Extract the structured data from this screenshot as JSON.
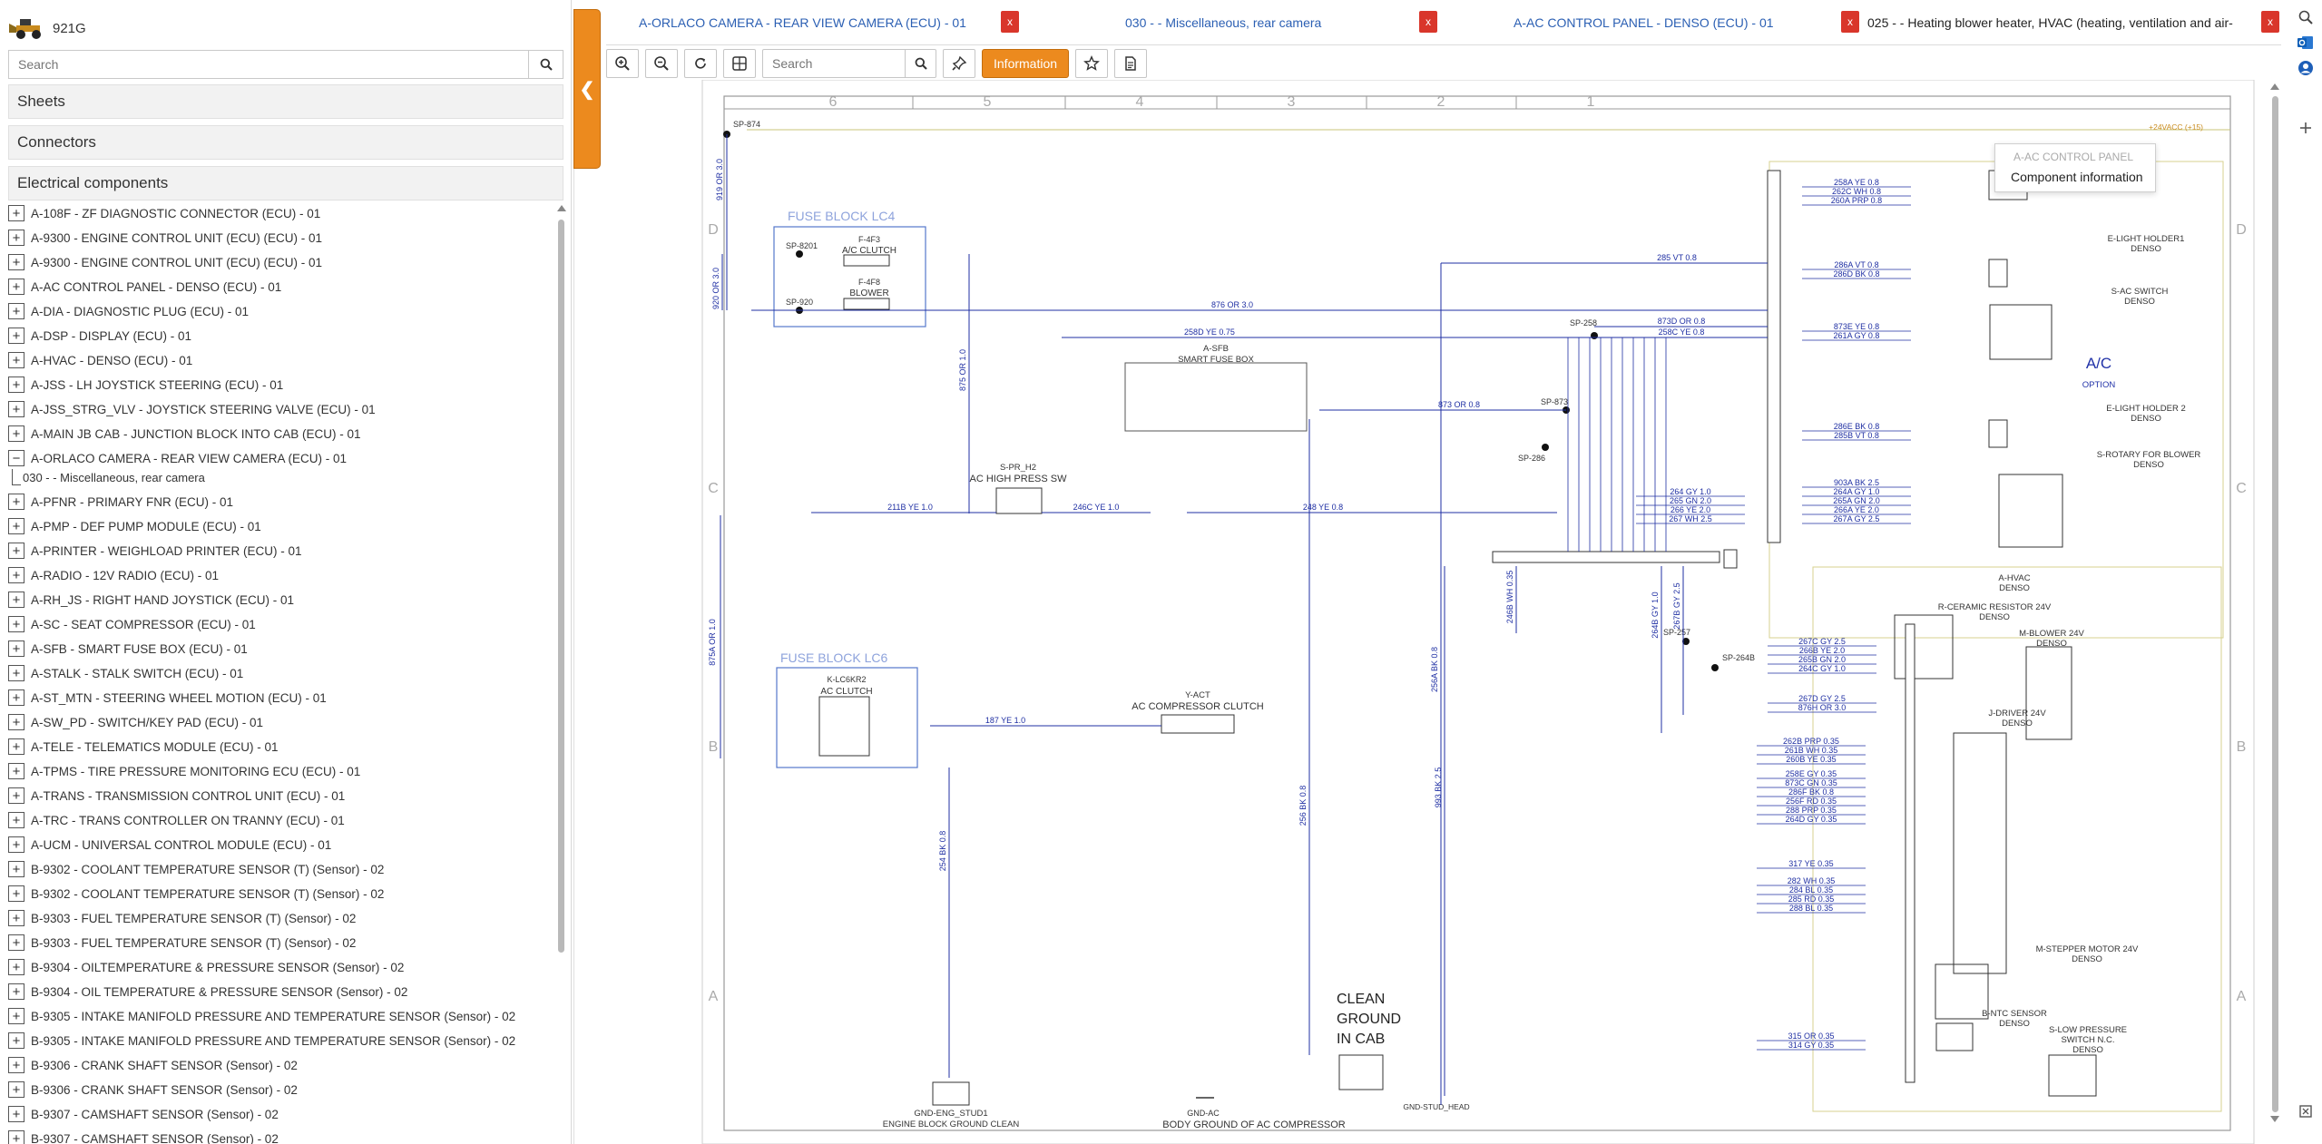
{
  "app": {
    "model": "921G"
  },
  "sidebar": {
    "search_placeholder": "Search",
    "sections": {
      "sheets": "Sheets",
      "connectors": "Connectors",
      "components": "Electrical components"
    },
    "items": [
      {
        "label": "A-108F - ZF DIAGNOSTIC CONNECTOR (ECU) - 01",
        "expanded": false
      },
      {
        "label": "A-9300 - ENGINE CONTROL UNIT (ECU) (ECU) - 01",
        "expanded": false
      },
      {
        "label": "A-9300 - ENGINE CONTROL UNIT (ECU) (ECU) - 01",
        "expanded": false
      },
      {
        "label": "A-AC CONTROL PANEL - DENSO (ECU) - 01",
        "expanded": false
      },
      {
        "label": "A-DIA - DIAGNOSTIC PLUG (ECU) - 01",
        "expanded": false
      },
      {
        "label": "A-DSP - DISPLAY (ECU) - 01",
        "expanded": false
      },
      {
        "label": "A-HVAC - DENSO (ECU) - 01",
        "expanded": false
      },
      {
        "label": "A-JSS - LH JOYSTICK STEERING (ECU) - 01",
        "expanded": false
      },
      {
        "label": "A-JSS_STRG_VLV - JOYSTICK STEERING VALVE (ECU) - 01",
        "expanded": false
      },
      {
        "label": "A-MAIN JB CAB - JUNCTION BLOCK INTO CAB (ECU) - 01",
        "expanded": false
      },
      {
        "label": "A-ORLACO CAMERA - REAR VIEW CAMERA (ECU) - 01",
        "expanded": true,
        "child": "030 - - Miscellaneous, rear camera"
      },
      {
        "label": "A-PFNR - PRIMARY FNR (ECU) - 01",
        "expanded": false
      },
      {
        "label": "A-PMP - DEF PUMP MODULE (ECU) - 01",
        "expanded": false
      },
      {
        "label": "A-PRINTER - WEIGHLOAD PRINTER (ECU) - 01",
        "expanded": false
      },
      {
        "label": "A-RADIO - 12V RADIO (ECU) - 01",
        "expanded": false
      },
      {
        "label": "A-RH_JS - RIGHT HAND JOYSTICK (ECU) - 01",
        "expanded": false
      },
      {
        "label": "A-SC - SEAT COMPRESSOR (ECU) - 01",
        "expanded": false
      },
      {
        "label": "A-SFB - SMART FUSE BOX (ECU) - 01",
        "expanded": false
      },
      {
        "label": "A-STALK - STALK SWITCH (ECU) - 01",
        "expanded": false
      },
      {
        "label": "A-ST_MTN - STEERING WHEEL MOTION (ECU) - 01",
        "expanded": false
      },
      {
        "label": "A-SW_PD - SWITCH/KEY PAD (ECU) - 01",
        "expanded": false
      },
      {
        "label": "A-TELE - TELEMATICS MODULE (ECU) - 01",
        "expanded": false
      },
      {
        "label": "A-TPMS - TIRE PRESSURE MONITORING ECU (ECU) - 01",
        "expanded": false
      },
      {
        "label": "A-TRANS - TRANSMISSION CONTROL UNIT (ECU) - 01",
        "expanded": false
      },
      {
        "label": "A-TRC - TRANS CONTROLLER ON TRANNY (ECU) - 01",
        "expanded": false
      },
      {
        "label": "A-UCM - UNIVERSAL CONTROL MODULE (ECU) - 01",
        "expanded": false
      },
      {
        "label": "B-9302 - COOLANT TEMPERATURE SENSOR (T) (Sensor) - 02",
        "expanded": false
      },
      {
        "label": "B-9302 - COOLANT TEMPERATURE SENSOR (T) (Sensor) - 02",
        "expanded": false
      },
      {
        "label": "B-9303 - FUEL TEMPERATURE SENSOR (T) (Sensor) - 02",
        "expanded": false
      },
      {
        "label": "B-9303 - FUEL TEMPERATURE SENSOR (T) (Sensor) - 02",
        "expanded": false
      },
      {
        "label": "B-9304 - OILTEMPERATURE & PRESSURE SENSOR (Sensor) - 02",
        "expanded": false
      },
      {
        "label": "B-9304 - OIL TEMPERATURE & PRESSURE SENSOR (Sensor) - 02",
        "expanded": false
      },
      {
        "label": "B-9305 - INTAKE MANIFOLD PRESSURE AND TEMPERATURE SENSOR (Sensor) - 02",
        "expanded": false
      },
      {
        "label": "B-9305 - INTAKE MANIFOLD PRESSURE AND TEMPERATURE SENSOR (Sensor) - 02",
        "expanded": false
      },
      {
        "label": "B-9306 - CRANK SHAFT SENSOR (Sensor) - 02",
        "expanded": false
      },
      {
        "label": "B-9306 - CRANK SHAFT SENSOR (Sensor) - 02",
        "expanded": false
      },
      {
        "label": "B-9307 - CAMSHAFT SENSOR (Sensor) - 02",
        "expanded": false
      },
      {
        "label": "B-9307 - CAMSHAFT SENSOR (Sensor) - 02",
        "expanded": false
      }
    ]
  },
  "tabs": [
    {
      "label": "A-ORLACO CAMERA - REAR VIEW CAMERA (ECU) - 01",
      "close": "x"
    },
    {
      "label": "030 - - Miscellaneous, rear camera",
      "close": "x"
    },
    {
      "label": "A-AC CONTROL PANEL - DENSO (ECU) - 01",
      "close": "x"
    },
    {
      "label": "025 - - Heating blower heater, HVAC (heating, ventilation and air-",
      "close": "x"
    }
  ],
  "toolbar": {
    "search_placeholder": "Search",
    "info_label": "Information"
  },
  "popup": {
    "title": "A-AC CONTROL PANEL",
    "item": "Component information"
  },
  "colors": {
    "accent": "#ec8a1e",
    "close": "#d9362b",
    "wire": "#1f2fa3",
    "link": "#2b5fb3",
    "frame": "#999999"
  },
  "schematic": {
    "columns": [
      "6",
      "5",
      "4",
      "3",
      "2",
      "1"
    ],
    "rows": [
      "D",
      "C",
      "B",
      "A"
    ],
    "supply": "+24VACC (+15)",
    "option": "A/C",
    "option_sub": "OPTION",
    "components": [
      {
        "id": "fuse-block-lc4",
        "title": "FUSE BLOCK LC4",
        "sub": [
          "F-4F3",
          "A/C CLUTCH",
          "F-4F8",
          "BLOWER"
        ]
      },
      {
        "id": "fuse-block-lc6",
        "title": "FUSE BLOCK LC6",
        "sub": [
          "K-LC6KR2",
          "AC CLUTCH"
        ]
      },
      {
        "id": "smart-fuse-box",
        "title": "A-SFB",
        "sub": [
          "SMART FUSE BOX"
        ]
      },
      {
        "id": "ac-high-press-sw",
        "title": "S-PR_H2",
        "sub": [
          "AC HIGH PRESS SW"
        ]
      },
      {
        "id": "ac-compressor-clutch",
        "title": "Y-ACT",
        "sub": [
          "AC COMPRESSOR CLUTCH"
        ]
      },
      {
        "id": "clean-ground",
        "title": "CLEAN",
        "sub": [
          "GROUND",
          "IN CAB"
        ]
      },
      {
        "id": "gnd-eng-stud",
        "title": "GND-ENG_STUD1",
        "sub": [
          "ENGINE BLOCK GROUND CLEAN"
        ]
      },
      {
        "id": "gnd-ac",
        "title": "GND-AC",
        "sub": [
          "BODY GROUND OF AC COMPRESSOR"
        ]
      },
      {
        "id": "gnd-stud-head",
        "title": "GND-STUD_HEAD",
        "sub": []
      },
      {
        "id": "e-light-holder-1",
        "title": "E-LIGHT HOLDER1",
        "sub": [
          "DENSO"
        ]
      },
      {
        "id": "s-ac-switch",
        "title": "S-AC SWITCH",
        "sub": [
          "DENSO"
        ]
      },
      {
        "id": "e-light-holder-2",
        "title": "E-LIGHT HOLDER 2",
        "sub": [
          "DENSO"
        ]
      },
      {
        "id": "s-rotary-blower",
        "title": "S-ROTARY FOR BLOWER",
        "sub": [
          "DENSO"
        ]
      },
      {
        "id": "a-hvac",
        "title": "A-HVAC",
        "sub": [
          "DENSO"
        ]
      },
      {
        "id": "r-ceramic-resistor",
        "title": "R-CERAMIC RESISTOR 24V",
        "sub": [
          "DENSO"
        ]
      },
      {
        "id": "m-blower",
        "title": "M-BLOWER 24V",
        "sub": [
          "DENSO"
        ]
      },
      {
        "id": "j-driver",
        "title": "J-DRIVER 24V",
        "sub": [
          "DENSO"
        ]
      },
      {
        "id": "m-stepper-motor",
        "title": "M-STEPPER MOTOR 24V",
        "sub": [
          "DENSO"
        ]
      },
      {
        "id": "b-ntc-sensor",
        "title": "B-NTC SENSOR",
        "sub": [
          "DENSO"
        ]
      },
      {
        "id": "s-low-pressure",
        "title": "S-LOW PRESSURE",
        "sub": [
          "SWITCH N.C.",
          "DENSO"
        ]
      }
    ],
    "splices": [
      "SP-874",
      "SP-8201",
      "SP-920",
      "SP-258",
      "SP-873",
      "SP-286",
      "SP-257",
      "SP-264B"
    ],
    "wires": {
      "top": [
        "258A YE 0.8",
        "262C WH 0.8",
        "260A PRP 0.8"
      ],
      "mid1": [
        "286A VT 0.8",
        "286D BK 0.8"
      ],
      "mid2": [
        "873E YE 0.8",
        "261A GY 0.8"
      ],
      "mid3": [
        "286E BK 0.8",
        "285B VT 0.8"
      ],
      "rotary": [
        "903A BK 2.5",
        "264A GY 1.0",
        "265A GN 2.0",
        "266A YE 2.0",
        "267A GY 2.5"
      ],
      "left_rotary": [
        "264 GY 1.0",
        "265 GN 2.0",
        "266 YE 2.0",
        "267 WH 2.5"
      ],
      "ceramic": [
        "267C GY 2.5",
        "266B YE 2.0",
        "265B GN 2.0",
        "264C GY 1.0"
      ],
      "blower": [
        "267D GY 2.5",
        "876H OR 3.0"
      ],
      "driver": [
        "262B PRP 0.35",
        "261B WH 0.35",
        "260B YE 0.35"
      ],
      "lower": [
        "258E GY 0.35",
        "873C GN 0.35",
        "286F BK 0.8",
        "256F RD 0.35",
        "288 PRP 0.35",
        "264D GY 0.35"
      ],
      "stepper_single": [
        "317 YE 0.35"
      ],
      "stepper": [
        "282 WH 0.35",
        "284 BL 0.35",
        "285 RD 0.35",
        "288 BL 0.35"
      ],
      "ntc": [
        "315 OR 0.35",
        "314 GY 0.35"
      ],
      "horizontal": [
        "285 VT 0.8",
        "876 OR 3.0",
        "258D YE 0.75",
        "873D OR 0.8",
        "258C YE 0.8",
        "873 OR 0.8",
        "211B YE 1.0",
        "246C YE 1.0",
        "248 YE 0.8",
        "187 YE 1.0"
      ],
      "vertical": [
        "919 OR 3.0",
        "920 OR 3.0",
        "875 OR 1.0",
        "875A OR 1.0",
        "254 BK 0.8",
        "256 BK 0.8",
        "256A BK 0.8",
        "993 BK 2.5",
        "246B WH 0.35",
        "264B GY 1.0",
        "267B GY 2.5"
      ]
    }
  }
}
